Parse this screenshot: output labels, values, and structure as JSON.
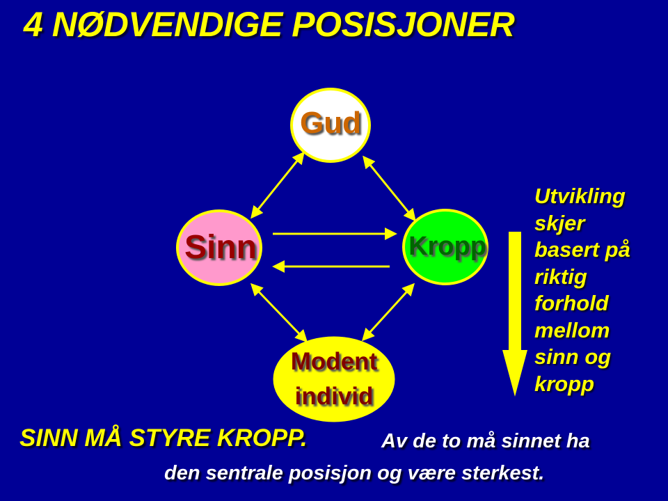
{
  "slide": {
    "title": "4 NØDVENDIGE POSISJONER",
    "background_color": "#000096",
    "accent_color": "#FFFF00"
  },
  "diagram": {
    "nodes": {
      "gud": {
        "label": "Gud",
        "fill": "#FFFFFF",
        "text_color": "#CC6600"
      },
      "sinn": {
        "label": "Sinn",
        "fill": "#FF99CC",
        "text_color": "#990000"
      },
      "kropp": {
        "label": "Kropp",
        "fill": "#00FF00",
        "text_color": "#006600"
      },
      "modent": {
        "label_line1": "Modent",
        "label_line2": "individ",
        "fill": "#FFFF00",
        "text_color": "#800000"
      }
    },
    "connections": [
      {
        "from": "Gud",
        "to": "Sinn",
        "type": "bidirectional"
      },
      {
        "from": "Gud",
        "to": "Kropp",
        "type": "bidirectional"
      },
      {
        "from": "Sinn",
        "to": "Modent individ",
        "type": "bidirectional"
      },
      {
        "from": "Kropp",
        "to": "Modent individ",
        "type": "bidirectional"
      },
      {
        "from": "Sinn",
        "to": "Kropp",
        "type": "directed"
      },
      {
        "from": "Kropp",
        "to": "Sinn",
        "type": "directed"
      }
    ]
  },
  "side_note": {
    "lines": [
      "Utvikling",
      "skjer",
      "basert på",
      "riktig",
      "forhold",
      "mellom",
      "sinn og",
      "kropp"
    ],
    "arrow_direction": "down"
  },
  "footer": {
    "emphasis": "SINN MÅ STYRE KROPP.",
    "line1": "Av de to må sinnet ha",
    "line2": "den sentrale posisjon og være sterkest."
  }
}
